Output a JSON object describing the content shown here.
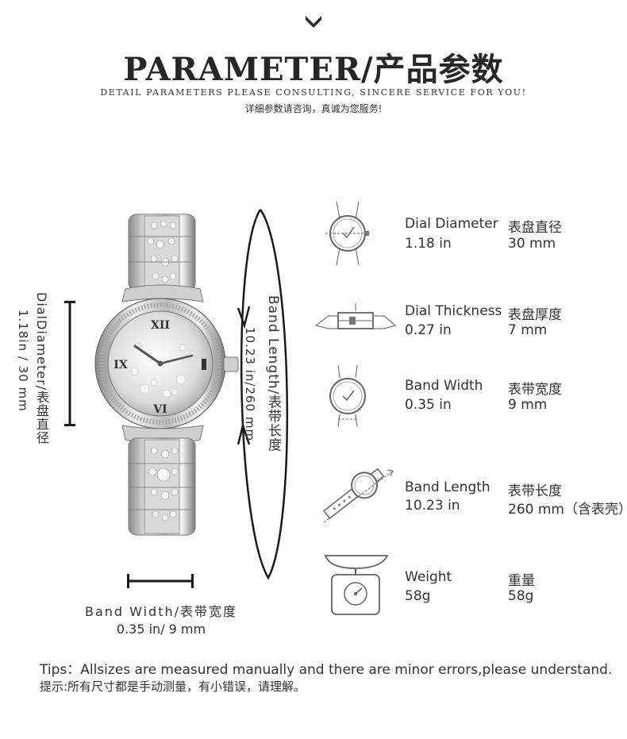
{
  "header": {
    "title": "PARAMETER/产品参数",
    "subtitle": "Detail parameters please consulting, sincere service for you!",
    "subtitle_cn": "详细参数请咨询，真诚为您服务!"
  },
  "figure": {
    "dial_label": "DialDiameter/表盘直径",
    "dial_value": "1.18in / 30 mm",
    "band_length_label": "Band Length/表带长度",
    "band_length_value": "10.23 in/260 mm",
    "band_width_label": "Band Width/表带宽度",
    "band_width_value": "0.35 in/ 9 mm"
  },
  "specs": [
    {
      "icon": "dial-diameter-icon",
      "name": "Dial Diameter",
      "name_cn": "表盘直径",
      "value_in": "1.18 in",
      "value_mm": "30 mm"
    },
    {
      "icon": "dial-thickness-icon",
      "name": "Dial Thickness",
      "name_cn": "表盘厚度",
      "value_in": "0.27 in",
      "value_mm": "7 mm"
    },
    {
      "icon": "band-width-icon",
      "name": "Band Width",
      "name_cn": "表带宽度",
      "value_in": "0.35 in",
      "value_mm": "9 mm"
    },
    {
      "icon": "band-length-icon",
      "name": "Band Length",
      "name_cn": "表带长度",
      "value_in": "10.23 in",
      "value_mm": "260 mm（含表壳）"
    },
    {
      "icon": "scale-icon",
      "name": "Weight",
      "name_cn": "重量",
      "value_in": "58g",
      "value_mm": "58g"
    }
  ],
  "tips": {
    "en": "Tips：Allsizes are measured manually and there are minor errors,please understand.",
    "cn": "提示:所有尺寸都是手动测量，有小错误，请理解。"
  }
}
